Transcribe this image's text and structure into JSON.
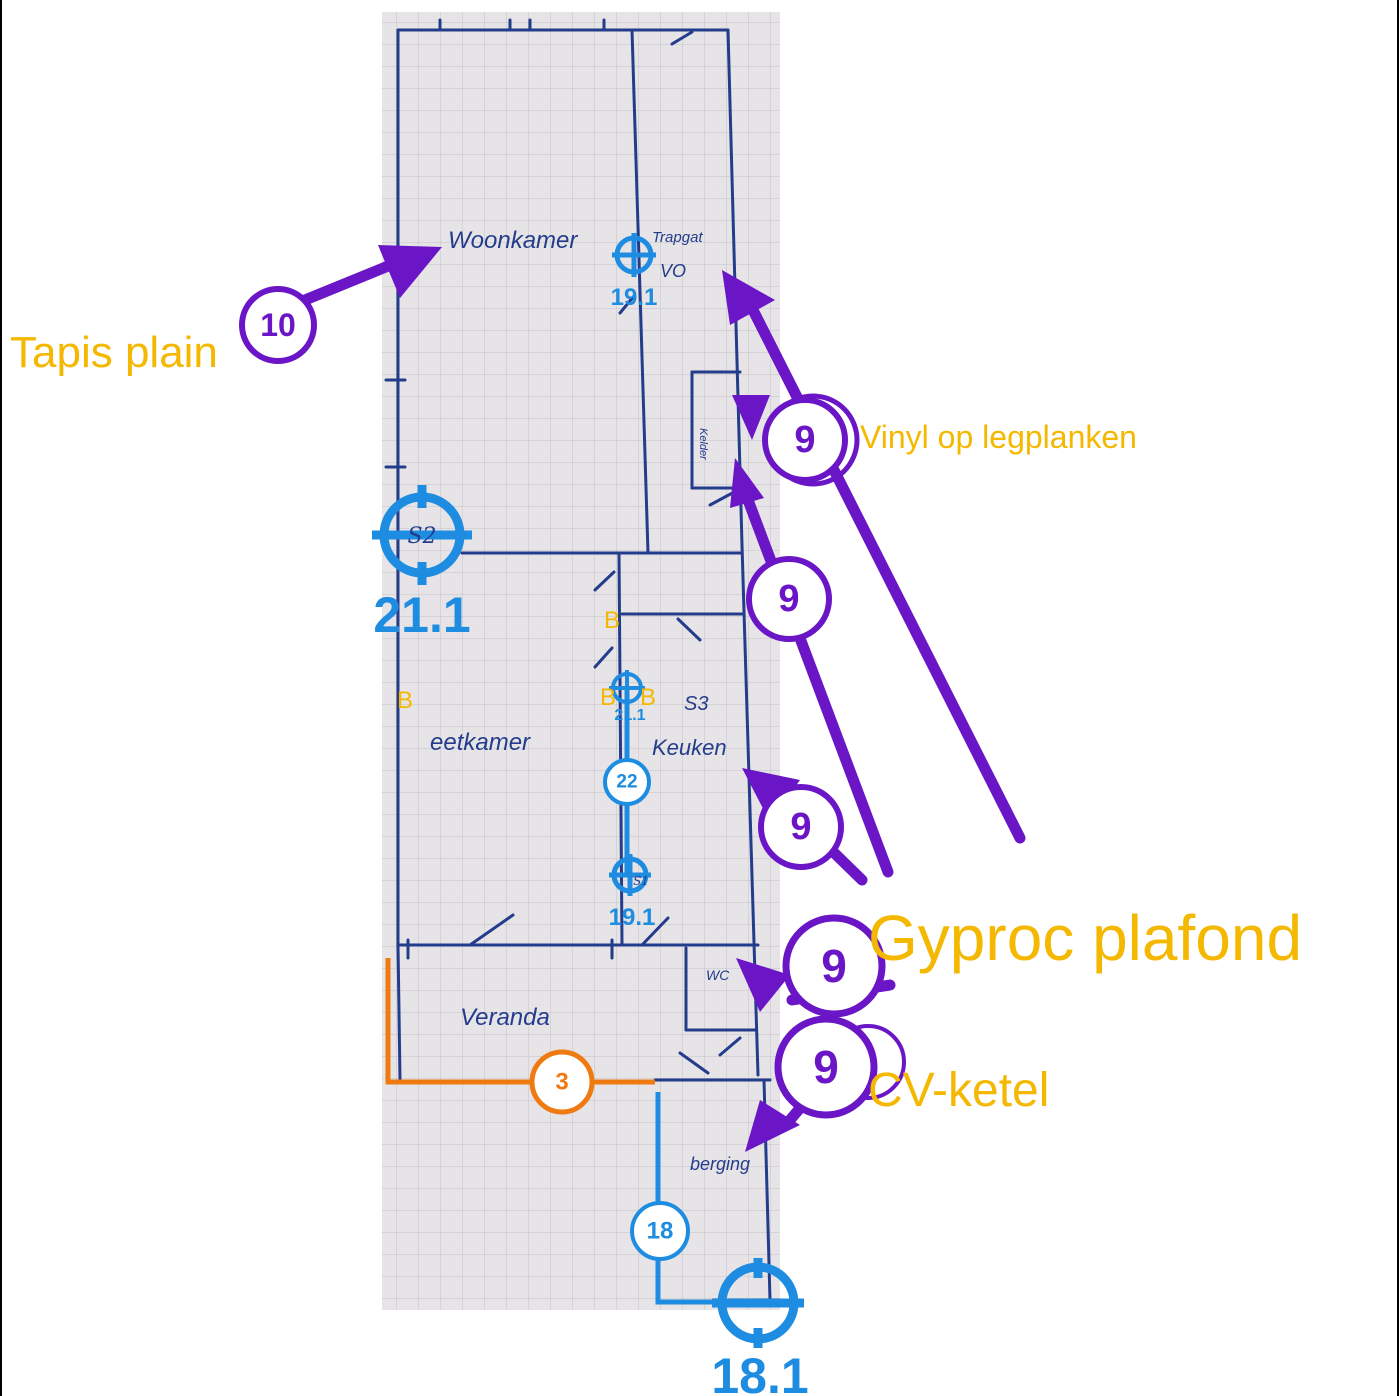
{
  "floorplan": {
    "rooms": {
      "woonkamer": "Woonkamer",
      "trapgat": "Trapgat",
      "vo": "VO",
      "kelder": "Kelder",
      "eetkamer": "eetkamer",
      "keuken": "Keuken",
      "s3": "S3",
      "veranda": "Veranda",
      "wc": "WC",
      "berging": "berging",
      "s2": "S2",
      "s1": "S1"
    }
  },
  "materials": {
    "tapis_plain": "Tapis plain",
    "vinyl": "Vinyl op legplanken",
    "gyproc": "Gyproc plafond",
    "cv_ketel": "CV-ketel",
    "b_marker": "B"
  },
  "markers": {
    "nine": "9",
    "ten": "10",
    "three": "3",
    "eighteen": "18",
    "twenty_two": "22"
  },
  "readings": {
    "s2": "21.1",
    "trapgat": "19.1",
    "keuken": "21.1",
    "eetkamer": "19.1",
    "berging": "18.1"
  },
  "colors": {
    "purple": "#6a15c6",
    "blue": "#1e8ce0",
    "orange": "#f07a12",
    "yellow": "#f5b800",
    "pen": "#243c8c",
    "paper": "#e6e4e6",
    "grid": "#c4c2c8"
  }
}
